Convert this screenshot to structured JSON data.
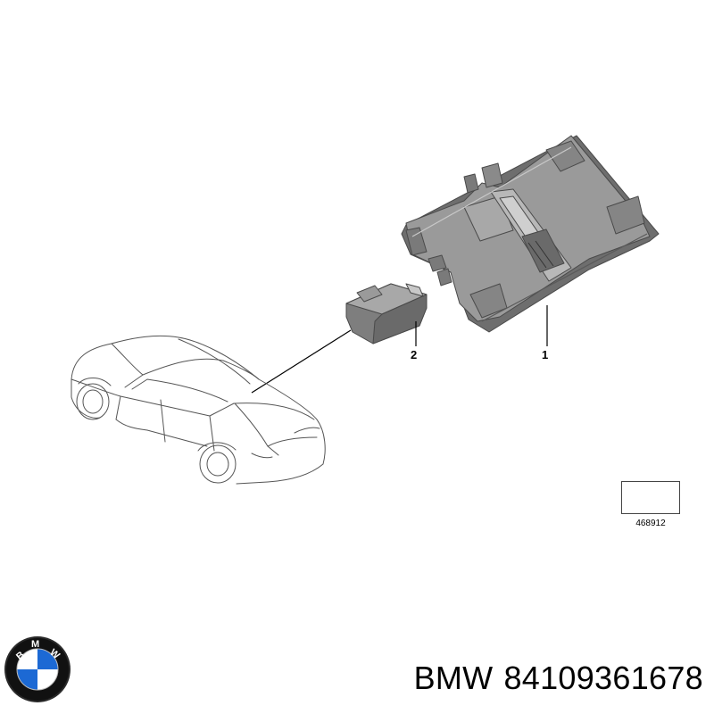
{
  "callouts": {
    "part1": "1",
    "part2": "2"
  },
  "reference": {
    "number": "468912"
  },
  "caption": {
    "brand": "BMW",
    "part_number": "84109361678"
  },
  "logo": {
    "letters": [
      "B",
      "M",
      "W"
    ]
  },
  "colors": {
    "part_fill": "#8d8d8d",
    "part_light": "#b3b3b3",
    "part_dark": "#5e5e5e",
    "outline": "#555555",
    "logo_blue": "#1c69d4",
    "logo_black": "#111111"
  },
  "icons": [
    "bmw-roundel-icon",
    "spanner-reference-icon"
  ]
}
